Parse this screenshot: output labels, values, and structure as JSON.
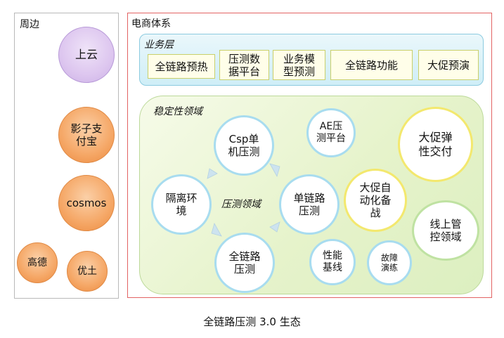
{
  "peripheral": {
    "title": "周边",
    "items": [
      "上云",
      "影子支付宝",
      "cosmos",
      "高德",
      "优土"
    ]
  },
  "ecommerce": {
    "title": "电商体系",
    "business_layer": {
      "title": "业务层",
      "items": [
        "全链路预热",
        "压测数据平台",
        "业务模型预测",
        "全链路功能",
        "大促预演"
      ]
    },
    "stability": {
      "title": "稳定性领域",
      "cycle_center": "压测领域",
      "cycle": [
        "Csp单机压测",
        "单链路压测",
        "全链路压测",
        "隔离环境"
      ],
      "others": [
        "AE压测平台",
        "大促弹性交付",
        "大促自动化备战",
        "线上管控领域",
        "性能基线",
        "故障演练"
      ]
    }
  },
  "caption": "全链路压测 3.0 生态",
  "colors": {
    "main_border": "#e26363",
    "business_bg": "#cfeef7",
    "stability_bg": "#e6f3cb",
    "orange": "#f5a766",
    "purple": "#ddc6ef",
    "blue_ring": "#a8dcef",
    "yellow_ring": "#f3e86e",
    "green_ring": "#bfe2a2"
  }
}
